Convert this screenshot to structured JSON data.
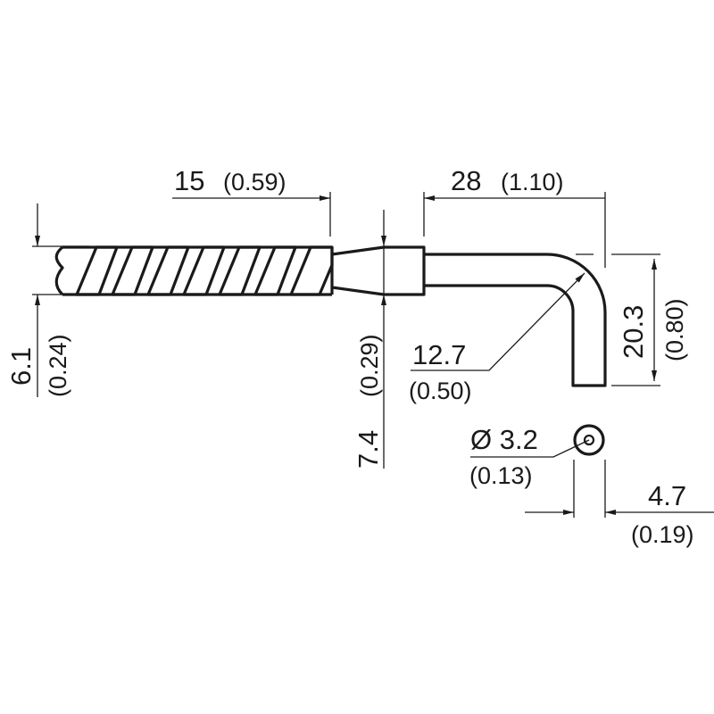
{
  "dimensions": {
    "sleeve_length": {
      "mm": "15",
      "inch": "(0.59)"
    },
    "probe_length": {
      "mm": "28",
      "inch": "(1.10)"
    },
    "bend_height": {
      "mm": "20.3",
      "inch": "(0.80)"
    },
    "cable_diameter": {
      "mm": "6.1",
      "inch": "(0.24)"
    },
    "sleeve_diameter": {
      "mm": "7.4",
      "inch": "(0.29)"
    },
    "bend_radius": {
      "mm": "12.7",
      "inch": "(0.50)"
    },
    "tip_diameter": {
      "mm": "Ø 3.2",
      "inch": "(0.13)"
    },
    "probe_diameter": {
      "mm": "4.7",
      "inch": "(0.19)"
    }
  },
  "colors": {
    "line": "#1a1a1a",
    "background": "#ffffff"
  }
}
